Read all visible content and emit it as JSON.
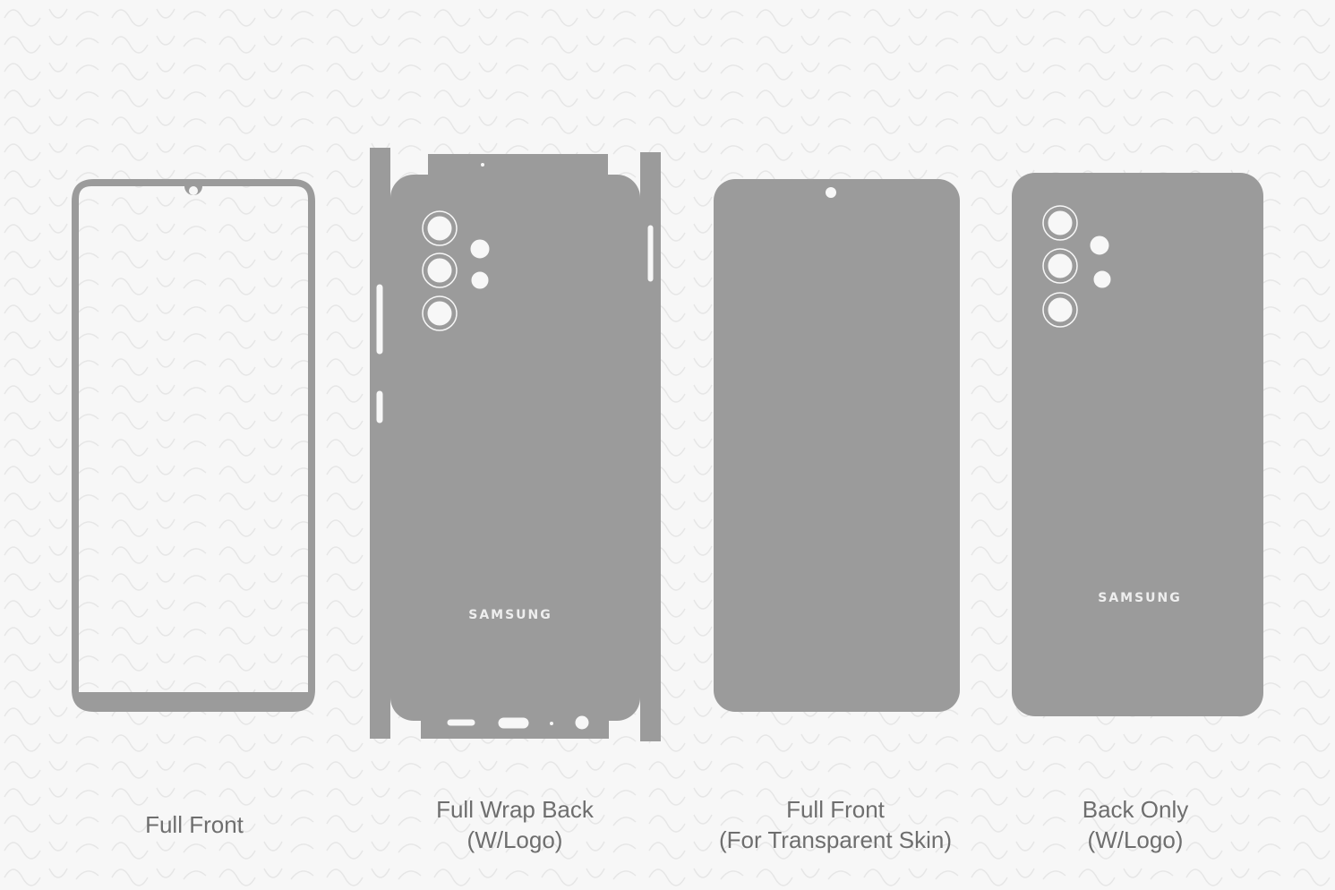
{
  "colors": {
    "skin": "#9b9b9b",
    "background": "#f7f7f7",
    "label": "#6e6e6e",
    "cutout": "#f7f7f7"
  },
  "brand_logo": "SAMSUNG",
  "templates": [
    {
      "label_line1": "Full Front",
      "label_line2": ""
    },
    {
      "label_line1": "Full Wrap Back",
      "label_line2": "(W/Logo)"
    },
    {
      "label_line1": "Full Front",
      "label_line2": "(For Transparent Skin)"
    },
    {
      "label_line1": "Back Only",
      "label_line2": "(W/Logo)"
    }
  ]
}
